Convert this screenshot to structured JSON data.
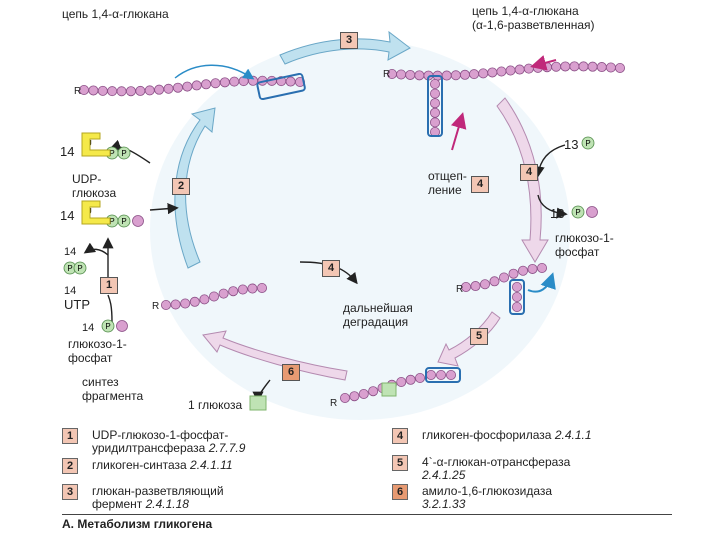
{
  "labels": {
    "chain_top_left": "цепь 1,4-α-глюкана",
    "chain_top_right_1": "цепь 1,4-α-глюкана",
    "chain_top_right_2": "(α-1,6-разветвленная)",
    "r": "R",
    "udp_glucose_1": "UDP-",
    "udp_glucose_2": "глюкоза",
    "n14": "14",
    "n14b": "14",
    "n14c": "14",
    "n14d": "14",
    "n13": "13",
    "n13b": "13",
    "utp": "UTP",
    "g1p_left_1": "глюкозо-1-",
    "g1p_left_2": "фосфат",
    "g1p_right_1": "глюкозо-1-",
    "g1p_right_2": "фосфат",
    "synth_1": "синтез",
    "synth_2": "фрагмента",
    "cleave_1": "отщеп-",
    "cleave_2": "ление",
    "degrade_1": "дальнейшая",
    "degrade_2": "деградация",
    "one_glucose": "1 глюкоза",
    "p": "P",
    "u": "U",
    "caption": "А. Метаболизм гликогена"
  },
  "steps": {
    "s1": "1",
    "s2": "2",
    "s3": "3",
    "s4a": "4",
    "s4b": "4",
    "s4c": "4",
    "s5": "5",
    "s6": "6"
  },
  "legend": [
    {
      "num": "1",
      "line1": "UDP-глюкозо-1-фосфат-",
      "line2": "уридилтрансфераза",
      "ec": "2.7.7.9",
      "color": "#f3c6b4"
    },
    {
      "num": "2",
      "line1": "гликоген-синтаза",
      "line2": "",
      "ec": "2.4.1.11",
      "color": "#f3c6b4"
    },
    {
      "num": "3",
      "line1": "глюкан-разветвляющий",
      "line2": "фермент",
      "ec": "2.4.1.18",
      "color": "#f3c6b4"
    },
    {
      "num": "4",
      "line1": "гликоген-фосфорилаза",
      "line2": "",
      "ec": "2.4.1.1",
      "color": "#f3c6b4"
    },
    {
      "num": "5",
      "line1": "4`-α-глюкан-отрансфераза",
      "line2": "",
      "ec": "2.4.1.25",
      "color": "#f3c6b4"
    },
    {
      "num": "6",
      "line1": "амило-1,6-глюкозидаза",
      "line2": "",
      "ec": "3.2.1.33",
      "color": "#e79a72"
    }
  ],
  "colors": {
    "bead": "#d9a0cf",
    "bead_stroke": "#8a4f86",
    "arrow_blue": "#bfe1ef",
    "arrow_pink": "#eed8ea",
    "circle_bg": "#eef6fb",
    "udp_yellow": "#f5e94a",
    "p_green": "#bfe3b4",
    "step_fill": "#f3c6b4",
    "step6_fill": "#e79a72"
  }
}
